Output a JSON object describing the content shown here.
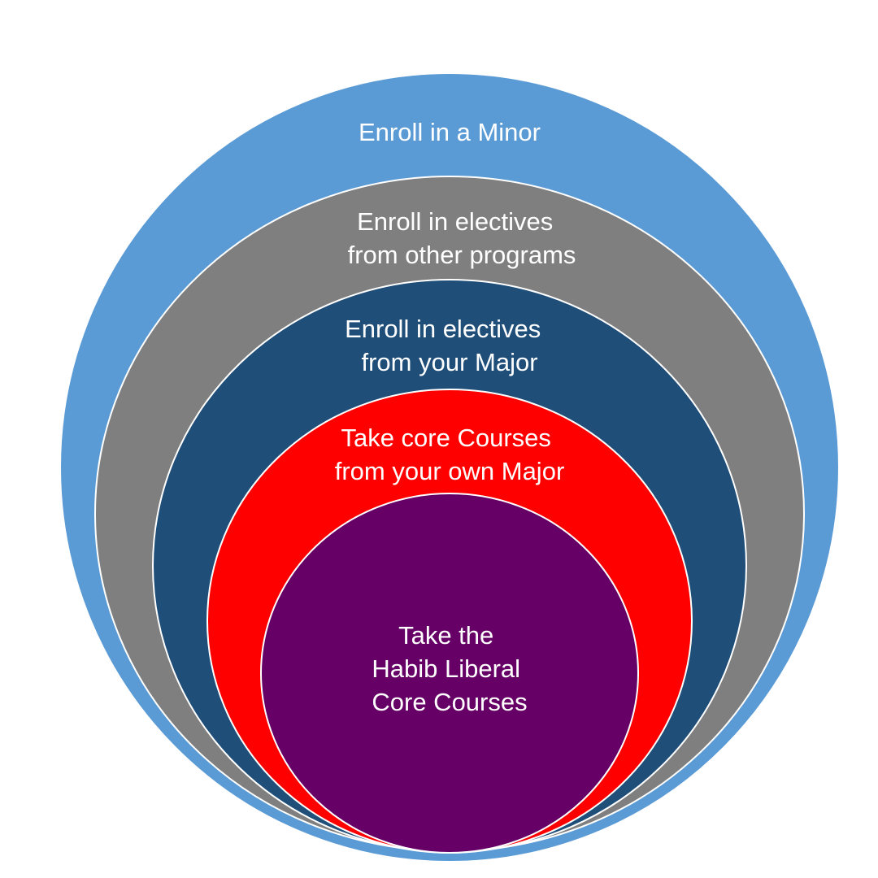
{
  "diagram": {
    "layers": [
      {
        "id": "minor",
        "lines": [
          "Enroll in a Minor"
        ],
        "color": "#5B9BD5"
      },
      {
        "id": "other-electives",
        "lines": [
          "Enroll in electives",
          "from other programs"
        ],
        "color": "#7F7F7F"
      },
      {
        "id": "major-electives",
        "lines": [
          "Enroll in electives",
          "from your Major"
        ],
        "color": "#1F4E79"
      },
      {
        "id": "major-core",
        "lines": [
          "Take core Courses",
          "from your own Major"
        ],
        "color": "#FF0000"
      },
      {
        "id": "liberal-core",
        "lines": [
          "Take the",
          "Habib Liberal",
          "Core Courses"
        ],
        "color": "#660066"
      }
    ]
  }
}
